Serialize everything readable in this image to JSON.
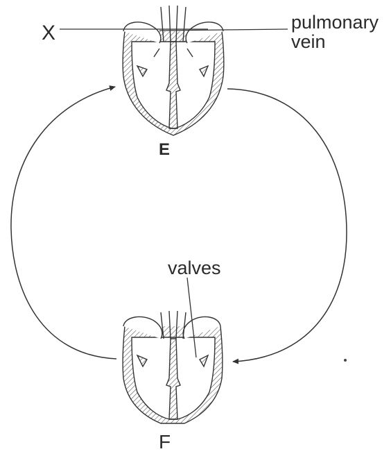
{
  "labels": {
    "x": "X",
    "pulmonary_line1": "pulmonary",
    "pulmonary_line2": "vein",
    "heart_e": "E",
    "valves": "valves",
    "heart_f": "F"
  },
  "colors": {
    "ink": "#2a2a2a",
    "background": "#ffffff"
  }
}
